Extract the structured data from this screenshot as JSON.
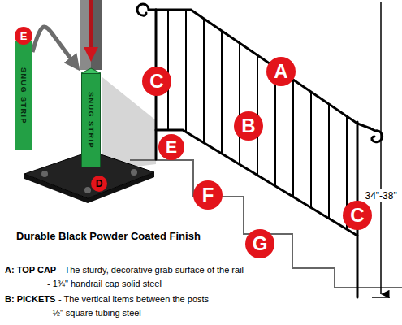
{
  "diagram": {
    "nodes": [
      {
        "text": [
          "SNUG STRIP"
        ]
      },
      {
        "text": [
          "E"
        ]
      },
      {
        "text": [
          "SNUG STRIP"
        ]
      },
      {
        "text": [
          "D"
        ]
      },
      {
        "text": [
          "C"
        ]
      },
      {
        "text": [
          "A"
        ]
      },
      {
        "text": [
          "B"
        ]
      },
      {
        "text": [
          "E"
        ]
      },
      {
        "text": [
          "F"
        ]
      },
      {
        "text": [
          "G"
        ]
      },
      {
        "text": [
          "C"
        ]
      }
    ],
    "edges": [
      {
        "from": 0,
        "to": 2,
        "arrow": "to"
      }
    ],
    "labels": [
      "34\"-38\"",
      "Durable Black Powder Coated Finish",
      "A: TOP CAP",
      "- The sturdy, decorative grab surface of the rail",
      "- 1¾\" handrail cap solid steel",
      "B: PICKETS",
      "- The vertical items between the posts",
      "- ½\" square tubing steel"
    ]
  }
}
